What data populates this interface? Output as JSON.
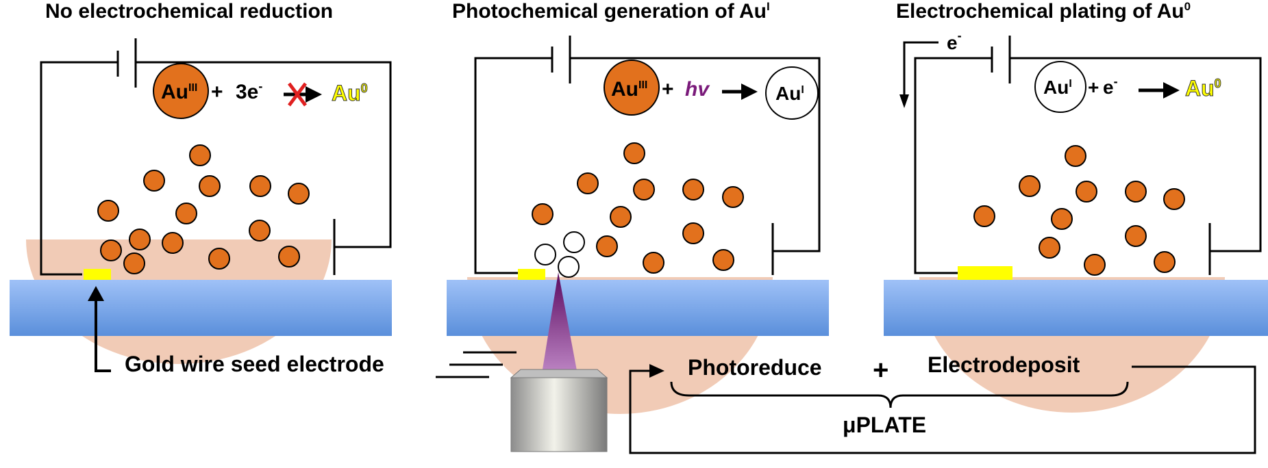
{
  "panels": [
    {
      "title": "No electrochemical reduction",
      "equation": {
        "reactant": "Au",
        "reactant_sup": "III",
        "plus": "+",
        "operand": "3e",
        "operand_sup": "-",
        "product": "Au",
        "product_sup": "0",
        "blocked": true
      }
    },
    {
      "title": "Photochemical generation of Au",
      "title_sup": "I",
      "equation": {
        "reactant": "Au",
        "reactant_sup": "III",
        "plus": "+",
        "operand": "hv",
        "product": "Au",
        "product_sup": "I"
      }
    },
    {
      "title": "Electrochemical plating of Au",
      "title_sup": "0",
      "electron_label": "e",
      "electron_sup": "-",
      "equation": {
        "reactant": "Au",
        "reactant_sup": "I",
        "plus": "+",
        "operand": "e",
        "operand_sup": "-",
        "product": "Au",
        "product_sup": "0"
      }
    }
  ],
  "labels": {
    "seed_electrode": "Gold wire seed electrode",
    "photoreduce": "Photoreduce",
    "plus": "+",
    "electrodeposit": "Electrodeposit",
    "process_name": "μPLATE"
  },
  "colors": {
    "droplet": "#f1cbb6",
    "particle": "#e2711d",
    "substrate": "#7eaaf0",
    "electrode": "#ffff00",
    "light": "#7a1a7a",
    "blocked_mark": "#e02020",
    "gold_text": "#ffff00"
  }
}
